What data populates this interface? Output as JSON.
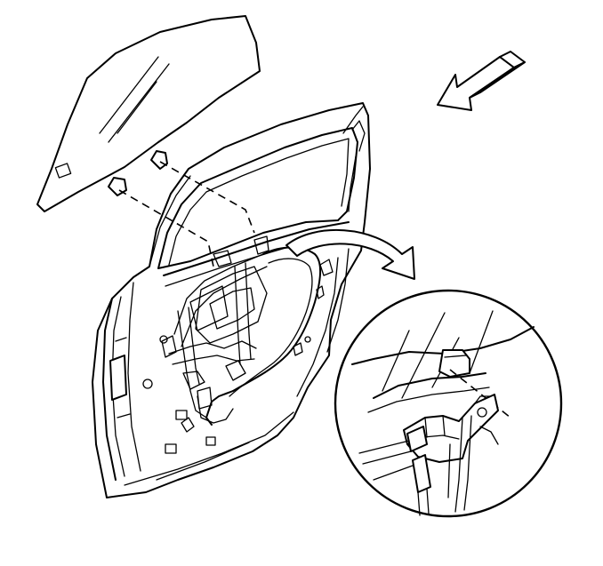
{
  "figure": {
    "components": [
      {
        "name": "door-window-glass"
      },
      {
        "name": "rear-door-frame"
      },
      {
        "name": "window-regulator"
      },
      {
        "name": "glass-to-regulator-fasteners"
      },
      {
        "name": "detail-magnifier-view"
      },
      {
        "name": "view-direction-arrow"
      }
    ],
    "colors": {
      "line": "#000000",
      "background": "#ffffff"
    }
  }
}
